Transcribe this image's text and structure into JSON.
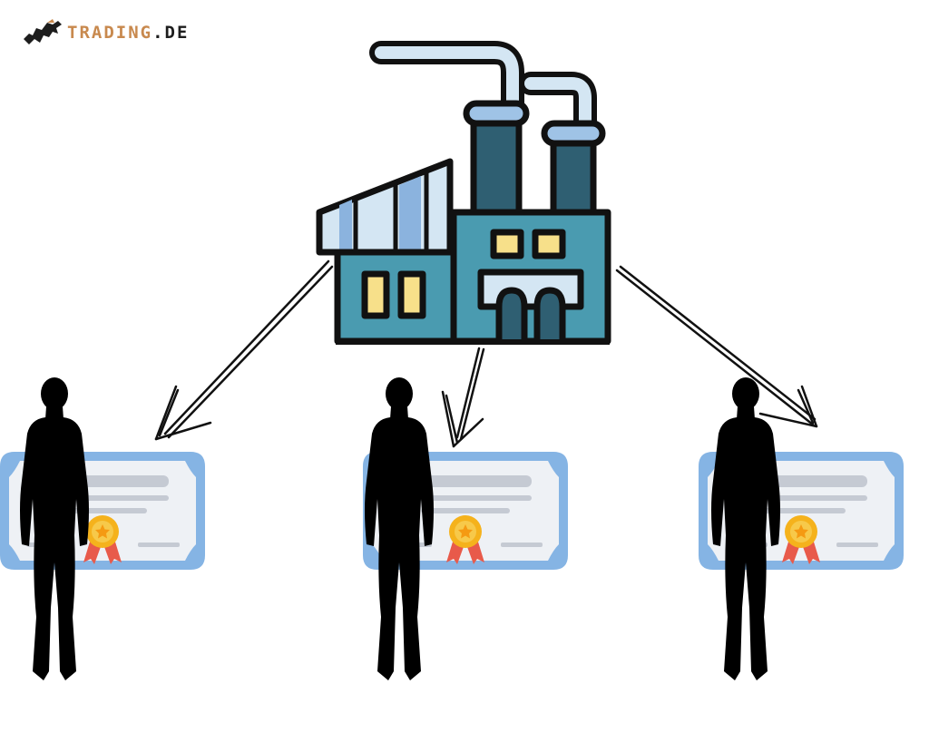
{
  "logo": {
    "brand": "TRADING",
    "suffix": ".DE",
    "icon": "bull-icon"
  },
  "icons": {
    "factory": "factory-icon",
    "arrow": "arrow-icon",
    "person": "person-silhouette-icon",
    "certificate": "certificate-icon"
  },
  "colors": {
    "accent": "#c8894e",
    "factory_teal": "#4a9bb0",
    "factory_dark": "#2c5f6f",
    "certificate_border": "#85b4e4",
    "certificate_bg": "#eef1f5",
    "medal_gold": "#f5b21c",
    "ribbon_red": "#e85a4a"
  },
  "groups": [
    {
      "id": "left"
    },
    {
      "id": "center"
    },
    {
      "id": "right"
    }
  ]
}
